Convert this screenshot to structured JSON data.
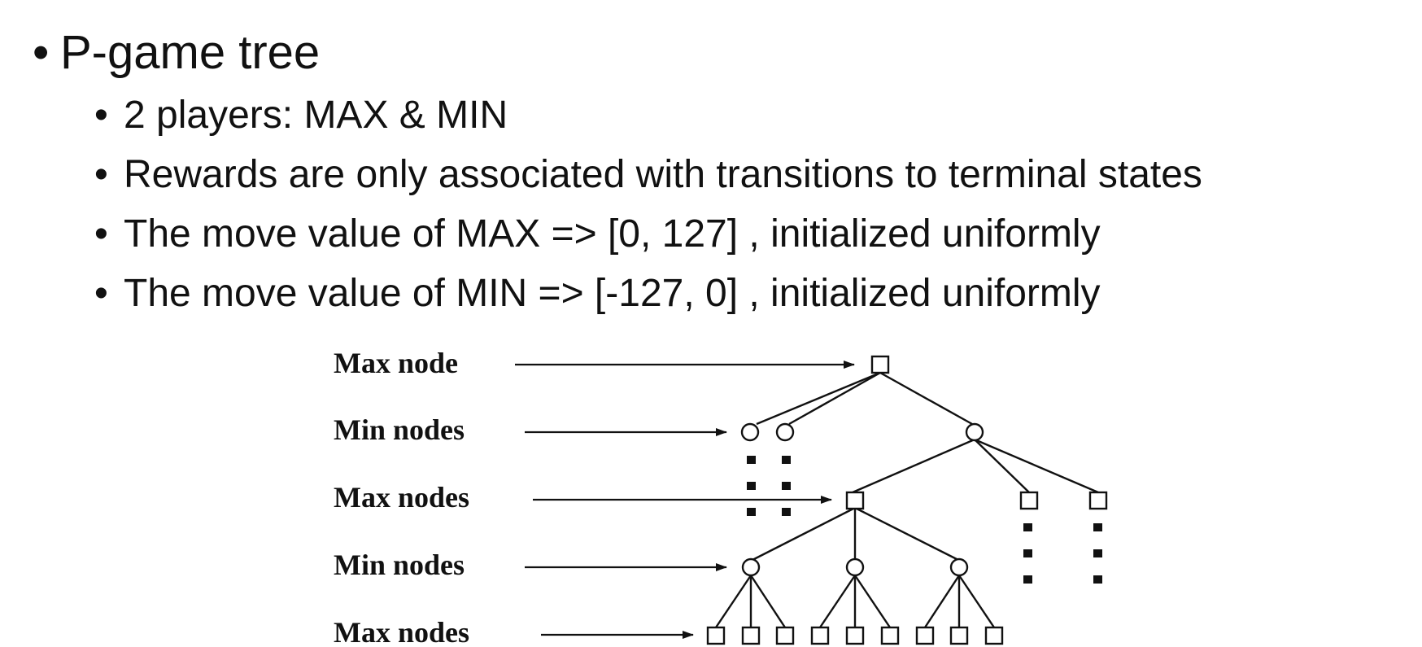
{
  "slide": {
    "title": "P-game tree",
    "bullets": [
      "2 players: MAX & MIN",
      "Rewards are only associated with transitions to terminal states",
      "The move value of MAX => [0, 127] , initialized uniformly",
      "The move value of MIN => [-127, 0] , initialized uniformly"
    ]
  },
  "diagram": {
    "labels": [
      "Max node",
      "Min nodes",
      "Max nodes",
      "Min nodes",
      "Max nodes"
    ]
  }
}
